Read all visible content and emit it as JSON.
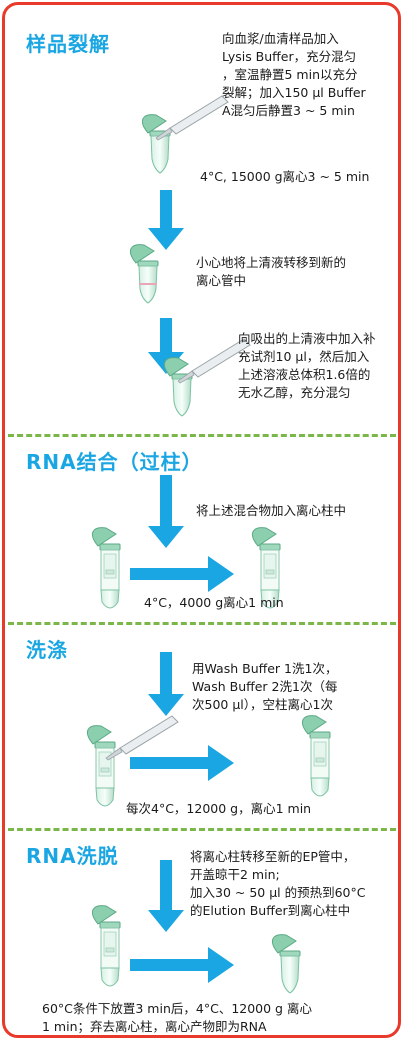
{
  "sections": {
    "lysis": {
      "title": "样品裂解",
      "step1": [
        "向血浆/血清样品加入",
        "Lysis Buffer，充分混匀",
        "，室温静置5 min以充分",
        "裂解；加入150 µl Buffer",
        "A混匀后静置3 ~ 5 min"
      ],
      "centrifuge": "4°C, 15000 g离心3 ~ 5 min",
      "step2": [
        "小心地将上清液转移到新的",
        "离心管中"
      ],
      "step3": [
        "向吸出的上清液中加入补",
        "充试剂10 µl，然后加入",
        "上述溶液总体积1.6倍的",
        "无水乙醇，充分混匀"
      ]
    },
    "binding": {
      "title": "RNA结合（过柱）",
      "step": "将上述混合物加入离心柱中",
      "centrifuge": "4°C，4000 g离心1 min"
    },
    "wash": {
      "title": "洗涤",
      "step": [
        "用Wash Buffer 1洗1次，",
        "Wash Buffer 2洗1次（每",
        "次500 µl），空柱离心1次"
      ],
      "centrifuge": "每次4°C，12000 g，离心1 min"
    },
    "elution": {
      "title": "RNA洗脱",
      "step": [
        "将离心柱转移至新的EP管中，",
        "开盖晾干2 min;",
        "加入30 ~ 50 µl 的预热到60°C",
        "的Elution Buffer到离心柱中"
      ],
      "final": [
        "60°C条件下放置3 min后，4°C、12000 g 离心",
        "1 min；弃去离心柱，离心产物即为RNA"
      ]
    }
  },
  "colors": {
    "frame": "#e8392a",
    "title": "#1aa6e2",
    "arrow": "#1aa6e2",
    "divider": "#7ab648",
    "tube": "#a8dcc4"
  }
}
